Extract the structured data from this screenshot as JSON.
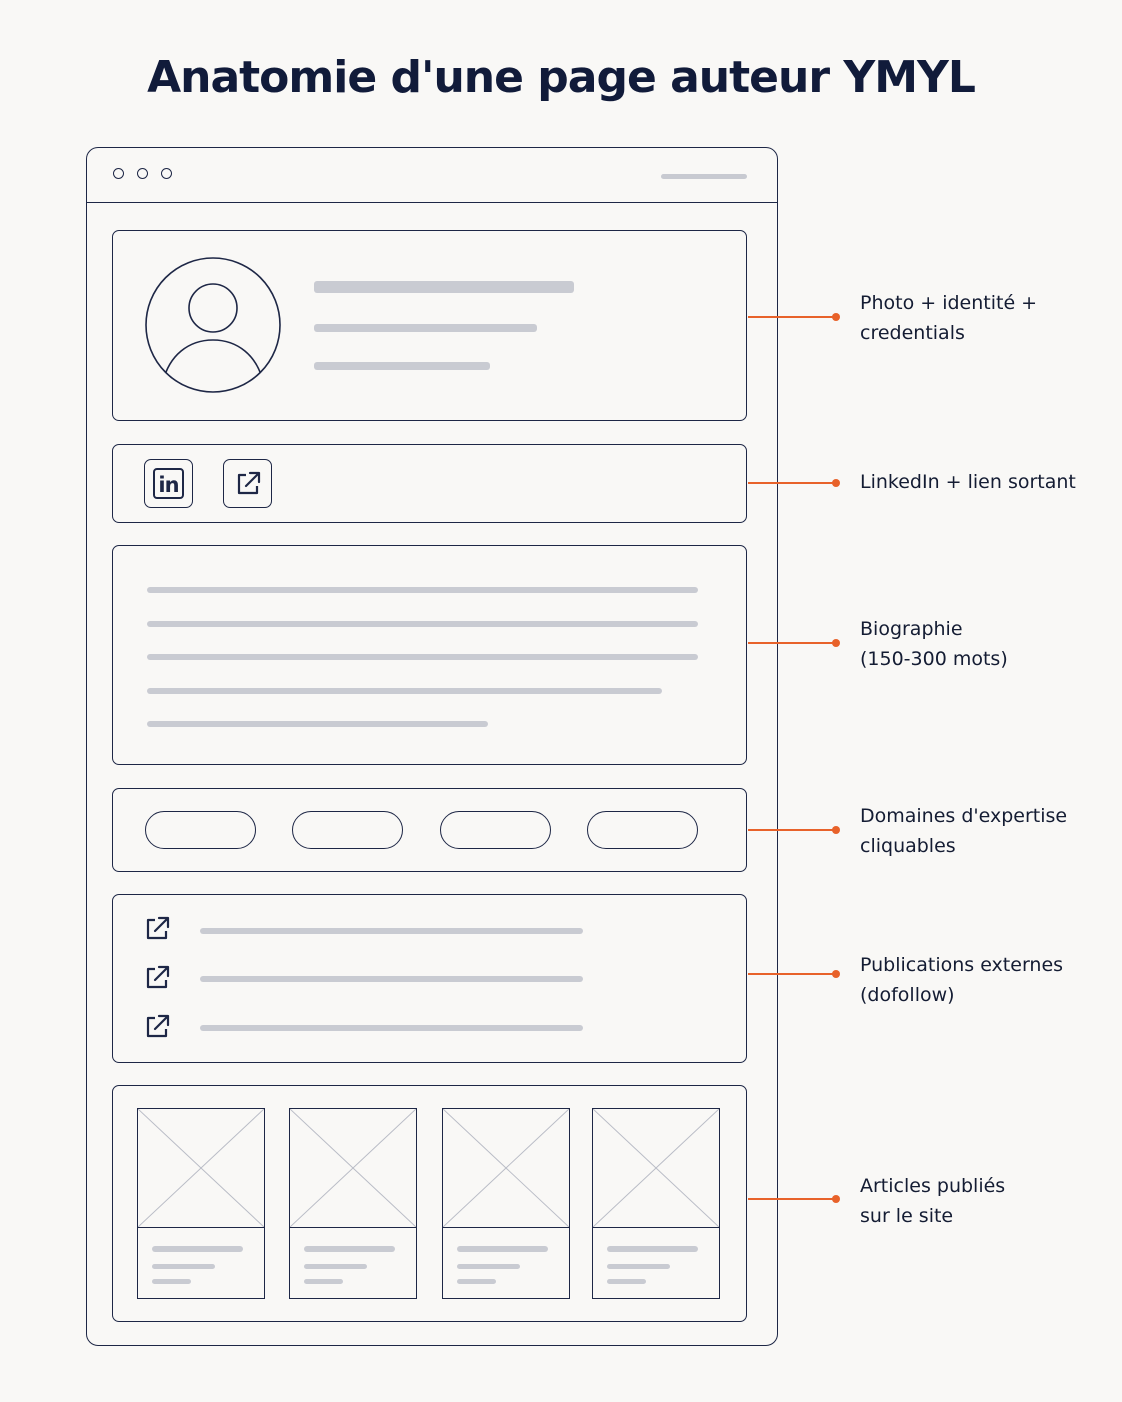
{
  "title": "Anatomie d'une page auteur YMYL",
  "annotations": [
    {
      "line1": "Photo + identité +",
      "line2": "credentials"
    },
    {
      "line1": "LinkedIn + lien sortant",
      "line2": ""
    },
    {
      "line1": "Biographie",
      "line2": "(150-300 mots)"
    },
    {
      "line1": "Domaines d'expertise",
      "line2": "cliquables"
    },
    {
      "line1": "Publications externes",
      "line2": "(dofollow)"
    },
    {
      "line1": "Articles publiés",
      "line2": "sur le site"
    }
  ],
  "social": {
    "linkedin_glyph": "in"
  },
  "colors": {
    "outline": "#1e2746",
    "placeholder": "#c9cbd2",
    "accent": "#e8622a",
    "background": "#f9f8f6"
  },
  "icons": [
    "avatar-icon",
    "linkedin-icon",
    "external-link-icon",
    "image-placeholder-icon"
  ]
}
